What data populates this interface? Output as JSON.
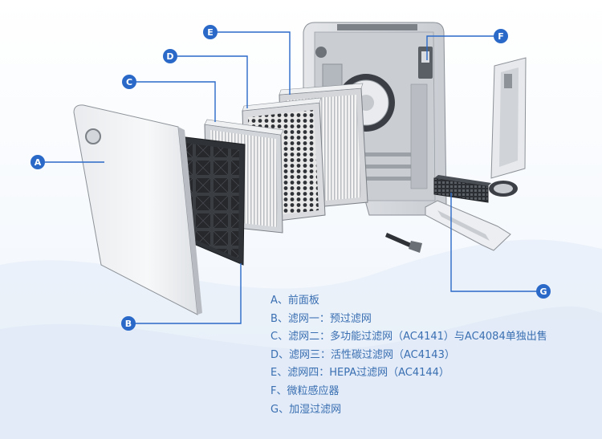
{
  "colors": {
    "accent": "#2a69c8",
    "leader": "#2a69c8",
    "legend_text": "#3a6fb2",
    "device_body": "#d9dce0",
    "device_dark": "#3b3f45",
    "panel": "#f2f3f5"
  },
  "markers": [
    {
      "id": "A",
      "label": "A"
    },
    {
      "id": "B",
      "label": "B"
    },
    {
      "id": "C",
      "label": "C"
    },
    {
      "id": "D",
      "label": "D"
    },
    {
      "id": "E",
      "label": "E"
    },
    {
      "id": "F",
      "label": "F"
    },
    {
      "id": "G",
      "label": "G"
    }
  ],
  "legend": [
    "A、前面板",
    "B、滤网一：预过滤网",
    "C、滤网二：多功能过滤网（AC4141）与AC4084单独出售",
    "D、滤网三：活性碳过滤网（AC4143）",
    "E、滤网四：HEPA过滤网（AC4144）",
    "F、微粒感应器",
    "G、加湿过滤网"
  ]
}
